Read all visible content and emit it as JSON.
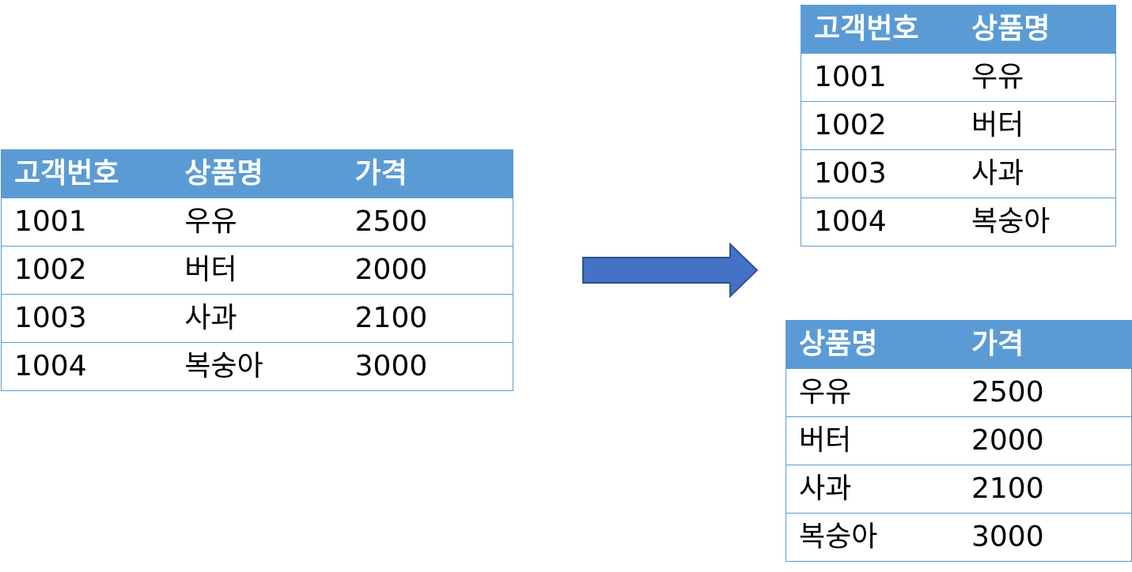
{
  "colors": {
    "header_bg": "#5b9bd5",
    "header_text": "#ffffff",
    "border": "#5b9bd5",
    "arrow_fill": "#4472c4",
    "arrow_stroke": "#2f528f"
  },
  "source_table": {
    "headers": [
      "고객번호",
      "상품명",
      "가격"
    ],
    "rows": [
      [
        "1001",
        "우유",
        "2500"
      ],
      [
        "1002",
        "버터",
        "2000"
      ],
      [
        "1003",
        "사과",
        "2100"
      ],
      [
        "1004",
        "복숭아",
        "3000"
      ]
    ]
  },
  "arrow": {
    "icon": "right-arrow-icon"
  },
  "customer_product_table": {
    "headers": [
      "고객번호",
      "상품명"
    ],
    "rows": [
      [
        "1001",
        "우유"
      ],
      [
        "1002",
        "버터"
      ],
      [
        "1003",
        "사과"
      ],
      [
        "1004",
        "복숭아"
      ]
    ]
  },
  "product_price_table": {
    "headers": [
      "상품명",
      "가격"
    ],
    "rows": [
      [
        "우유",
        "2500"
      ],
      [
        "버터",
        "2000"
      ],
      [
        "사과",
        "2100"
      ],
      [
        "복숭아",
        "3000"
      ]
    ]
  }
}
